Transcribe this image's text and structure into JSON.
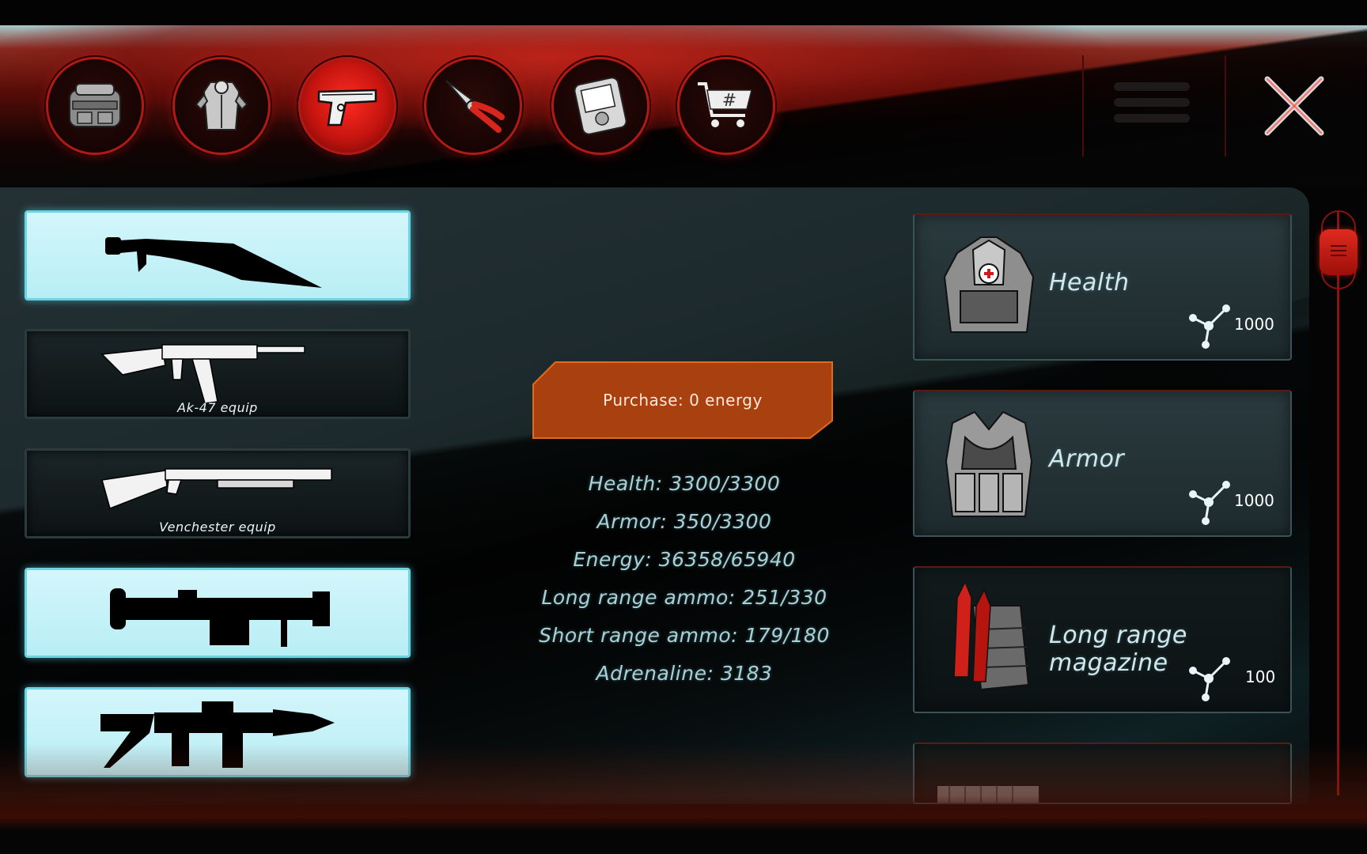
{
  "toolbar": {
    "buttons": [
      {
        "id": "backpack",
        "icon": "backpack-icon",
        "active": false
      },
      {
        "id": "armor",
        "icon": "body-armor-icon",
        "active": false
      },
      {
        "id": "weapons",
        "icon": "pistol-icon",
        "active": true
      },
      {
        "id": "tools",
        "icon": "pliers-icon",
        "active": false
      },
      {
        "id": "device",
        "icon": "handheld-device-icon",
        "active": false
      },
      {
        "id": "shop",
        "icon": "shopping-cart-icon",
        "active": false
      }
    ],
    "menu_icon": "hamburger-menu-icon",
    "close_icon": "close-x-icon"
  },
  "weapons": [
    {
      "name": "machete",
      "icon": "machete-icon",
      "state": "locked",
      "label": ""
    },
    {
      "name": "ak47",
      "icon": "ak47-icon",
      "state": "equipped",
      "label": "Ak-47 equip"
    },
    {
      "name": "venchester",
      "icon": "shotgun-icon",
      "state": "equipped",
      "label": "Venchester equip"
    },
    {
      "name": "rpg",
      "icon": "rocket-launcher-icon",
      "state": "locked",
      "label": ""
    },
    {
      "name": "grenade-launcher",
      "icon": "grenade-launcher-icon",
      "state": "locked",
      "label": ""
    }
  ],
  "purchase": {
    "label": "Purchase: 0 energy"
  },
  "stats": {
    "health": "Health: 3300/3300",
    "armor": "Armor: 350/3300",
    "energy": "Energy: 36358/65940",
    "long_range_ammo": "Long range ammo: 251/330",
    "short_range_ammo": "Short range ammo: 179/180",
    "adrenaline": "Adrenaline: 3183"
  },
  "shop": {
    "currency_icon": "energy-molecule-icon",
    "items": [
      {
        "name": "Health",
        "icon": "medic-vest-icon",
        "price": "1000"
      },
      {
        "name": "Armor",
        "icon": "armor-vest-icon",
        "price": "1000"
      },
      {
        "name": "Long range magazine",
        "icon": "rifle-magazine-icon",
        "price": "100"
      },
      {
        "name": "",
        "icon": "magazine-icon",
        "price": ""
      }
    ]
  },
  "colors": {
    "accent_red": "#c4140f",
    "purchase_orange": "#a8400f",
    "locked_cyan": "#c6f2f8",
    "stat_text": "#a8d0d6"
  }
}
